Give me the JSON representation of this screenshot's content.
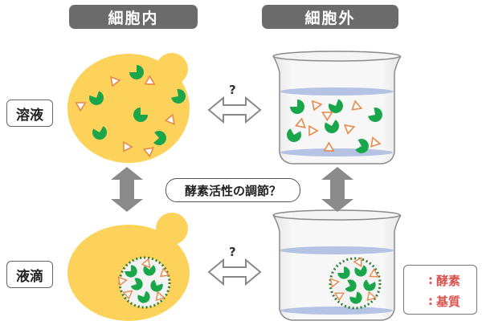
{
  "headers": {
    "intracellular": "細胞内",
    "extracellular": "細胞外"
  },
  "rows": {
    "solution": "溶液",
    "droplet": "液滴"
  },
  "question_mark": "?",
  "center_label": "酵素活性の調節？",
  "legend": {
    "enzyme_label": "酵素",
    "substrate_label": "基質",
    "separator": ":"
  },
  "colors": {
    "cell": "#fcd25a",
    "enzyme": "#1aa64a",
    "substrate": "#e8884a",
    "header_bg": "#6b6b6b",
    "arrow": "#888888",
    "water": "#a8b8e0",
    "droplet_ring": "#2e7d32",
    "legend_text": "#d9534f"
  }
}
